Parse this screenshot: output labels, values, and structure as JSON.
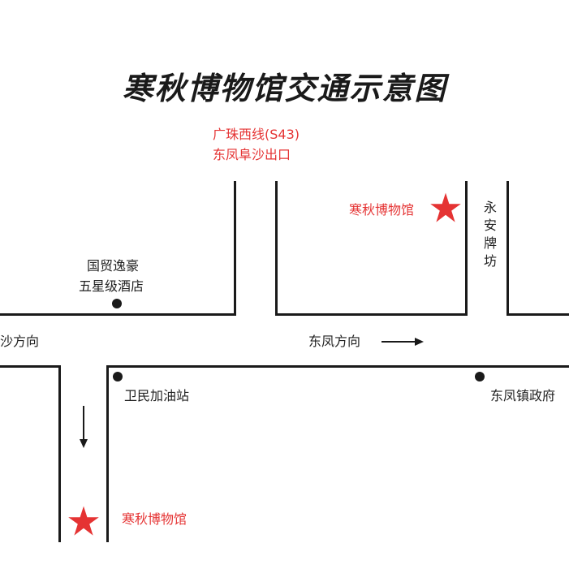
{
  "title": "寒秋博物馆交通示意图",
  "expressway_exit": {
    "line1": "广珠西线(S43)",
    "line2": "东凤阜沙出口"
  },
  "labels": {
    "museum_top": "寒秋博物馆",
    "museum_bottom": "寒秋博物馆",
    "yongan_road": "永安牌坊",
    "hotel_line1": "国贸逸豪",
    "hotel_line2": "五星级酒店",
    "fusha_direction": "阜沙方向",
    "dongfeng_direction": "东凤方向",
    "weimin_station": "卫民加油站",
    "dongfeng_government": "东凤镇政府"
  },
  "icons": {
    "star": "star-icon",
    "poi": "dot-icon",
    "arrow_right": "arrow-right-icon",
    "arrow_down": "arrow-down-icon"
  },
  "colors": {
    "road": "#1a1a1a",
    "highlight": "#e53333",
    "text": "#222222"
  }
}
